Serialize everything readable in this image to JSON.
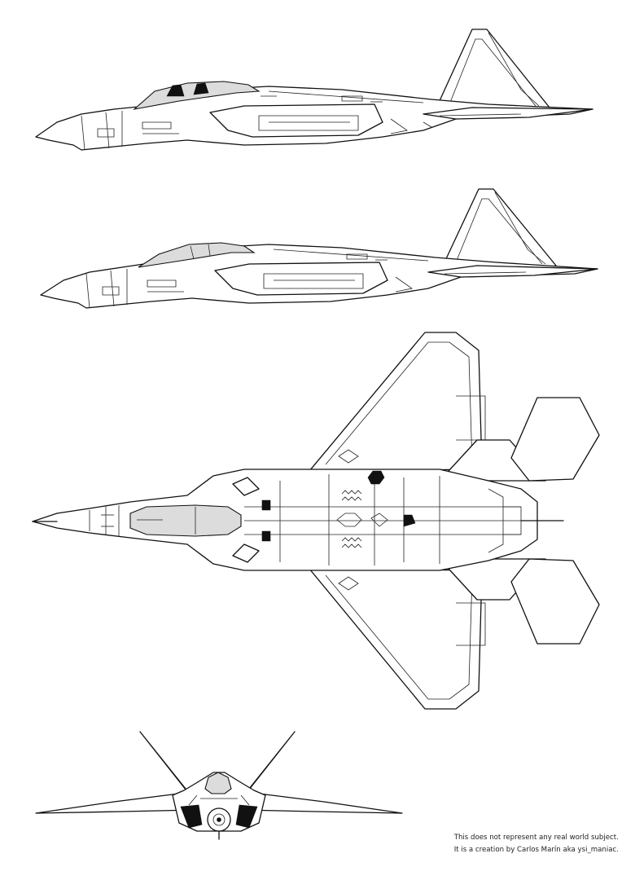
{
  "caption": {
    "line1": "This does not represent any real world subject.",
    "line2": "It is a creation by Carlos Marín aka ysi_maniac."
  },
  "views": [
    {
      "name": "side-view-canopy-open",
      "icon": "aircraft-side-profile"
    },
    {
      "name": "side-view-canopy-closed",
      "icon": "aircraft-side-profile"
    },
    {
      "name": "top-view",
      "icon": "aircraft-planform"
    },
    {
      "name": "front-view",
      "icon": "aircraft-front-profile"
    }
  ],
  "colors": {
    "line": "#111111",
    "glass": "#dcdcdc",
    "background": "#ffffff"
  }
}
